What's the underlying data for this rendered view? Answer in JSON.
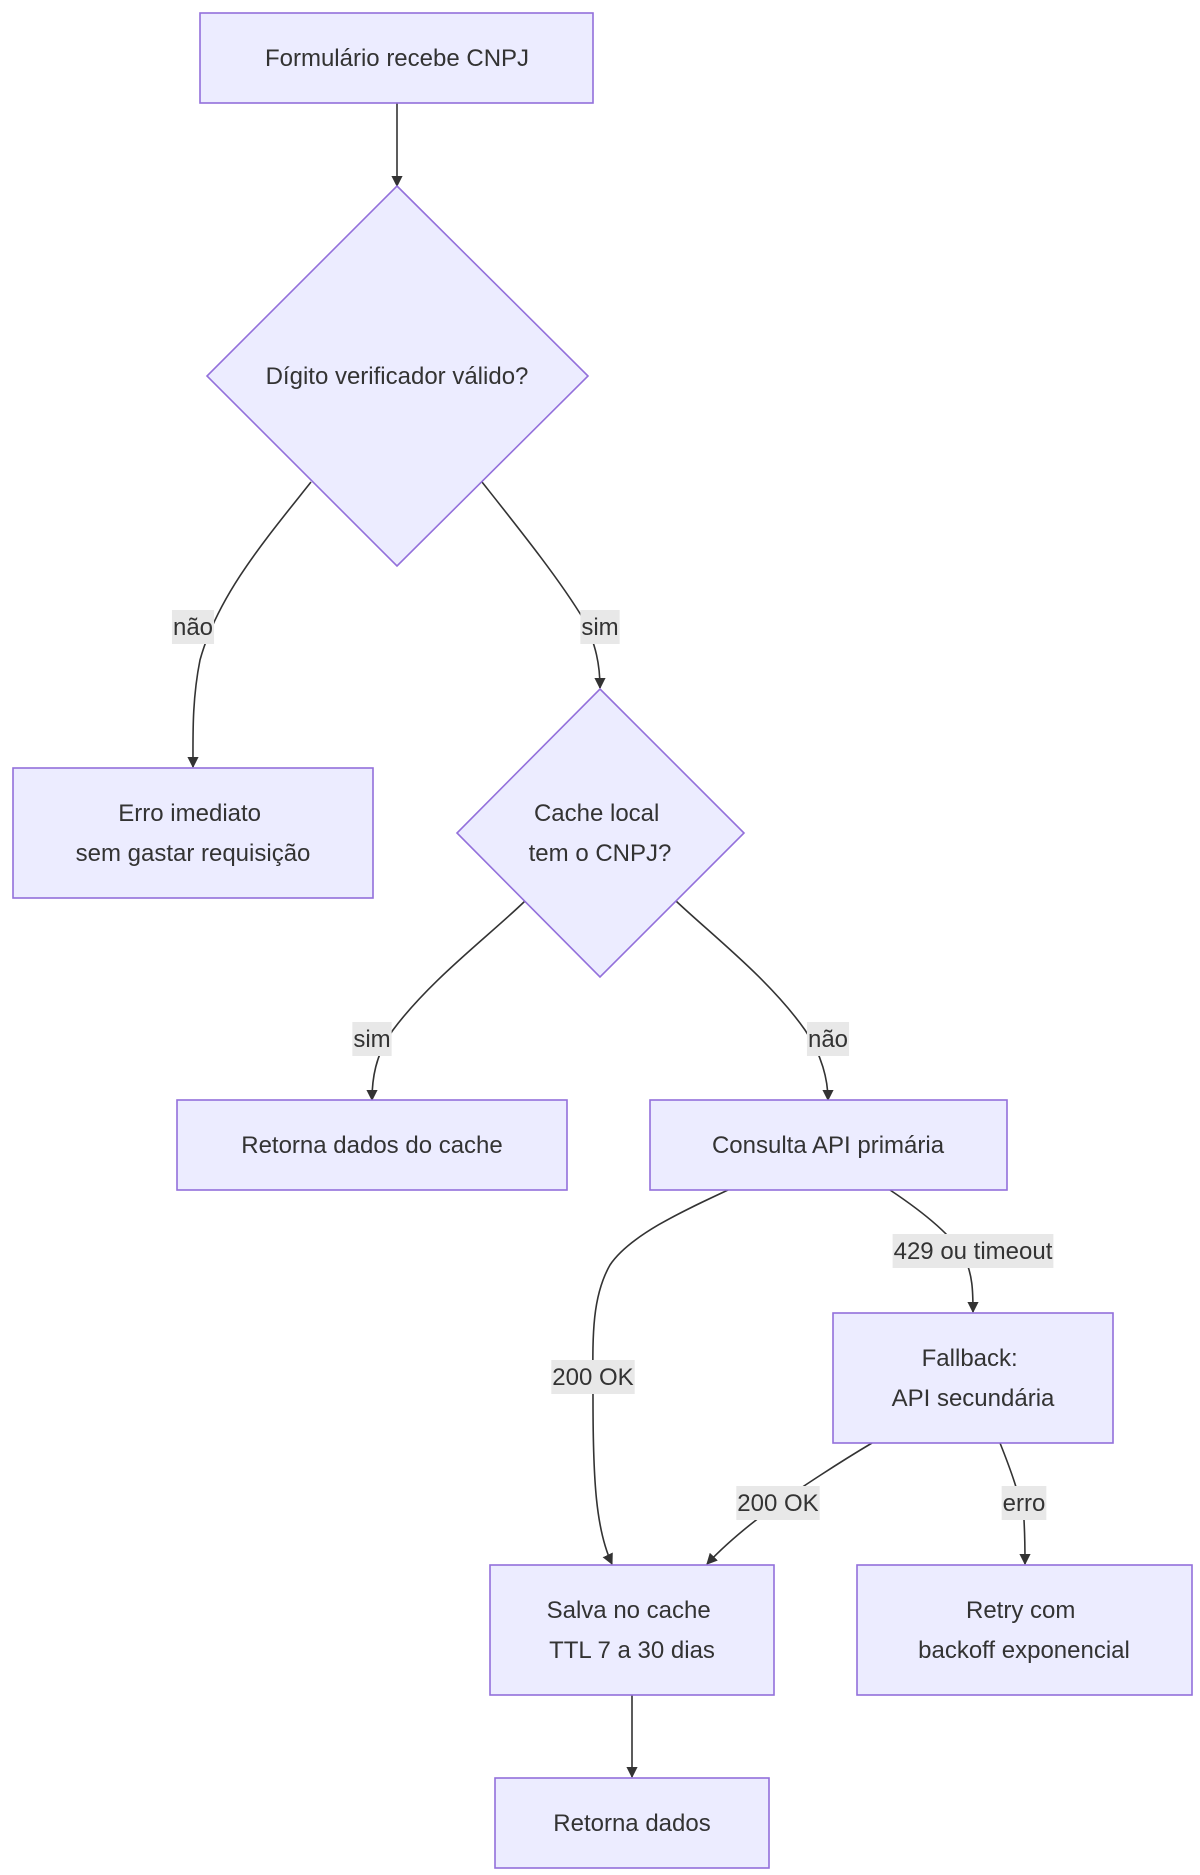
{
  "nodes": {
    "start": {
      "lines": [
        "Formulário recebe CNPJ"
      ]
    },
    "check_digit": {
      "lines": [
        "Dígito verificador válido?"
      ]
    },
    "error_immediate": {
      "lines": [
        "Erro imediato",
        "sem gastar requisição"
      ]
    },
    "cache_check": {
      "lines": [
        "Cache local",
        "tem o CNPJ?"
      ]
    },
    "return_cache": {
      "lines": [
        "Retorna dados do cache"
      ]
    },
    "primary_api": {
      "lines": [
        "Consulta API primária"
      ]
    },
    "fallback_api": {
      "lines": [
        "Fallback:",
        "API secundária"
      ]
    },
    "save_cache": {
      "lines": [
        "Salva no cache",
        "TTL 7 a 30 dias"
      ]
    },
    "retry": {
      "lines": [
        "Retry com",
        "backoff exponencial"
      ]
    },
    "return_data": {
      "lines": [
        "Retorna dados"
      ]
    }
  },
  "edges": {
    "check_no": "não",
    "check_yes": "sim",
    "cache_yes": "sim",
    "cache_no": "não",
    "primary_ok": "200 OK",
    "primary_limit": "429 ou timeout",
    "fallback_ok": "200 OK",
    "fallback_error": "erro"
  },
  "colors": {
    "node_fill": "#ececff",
    "node_stroke": "#9370db",
    "edge": "#333333",
    "label_bg": "#e8e8e8",
    "text": "#333333"
  }
}
